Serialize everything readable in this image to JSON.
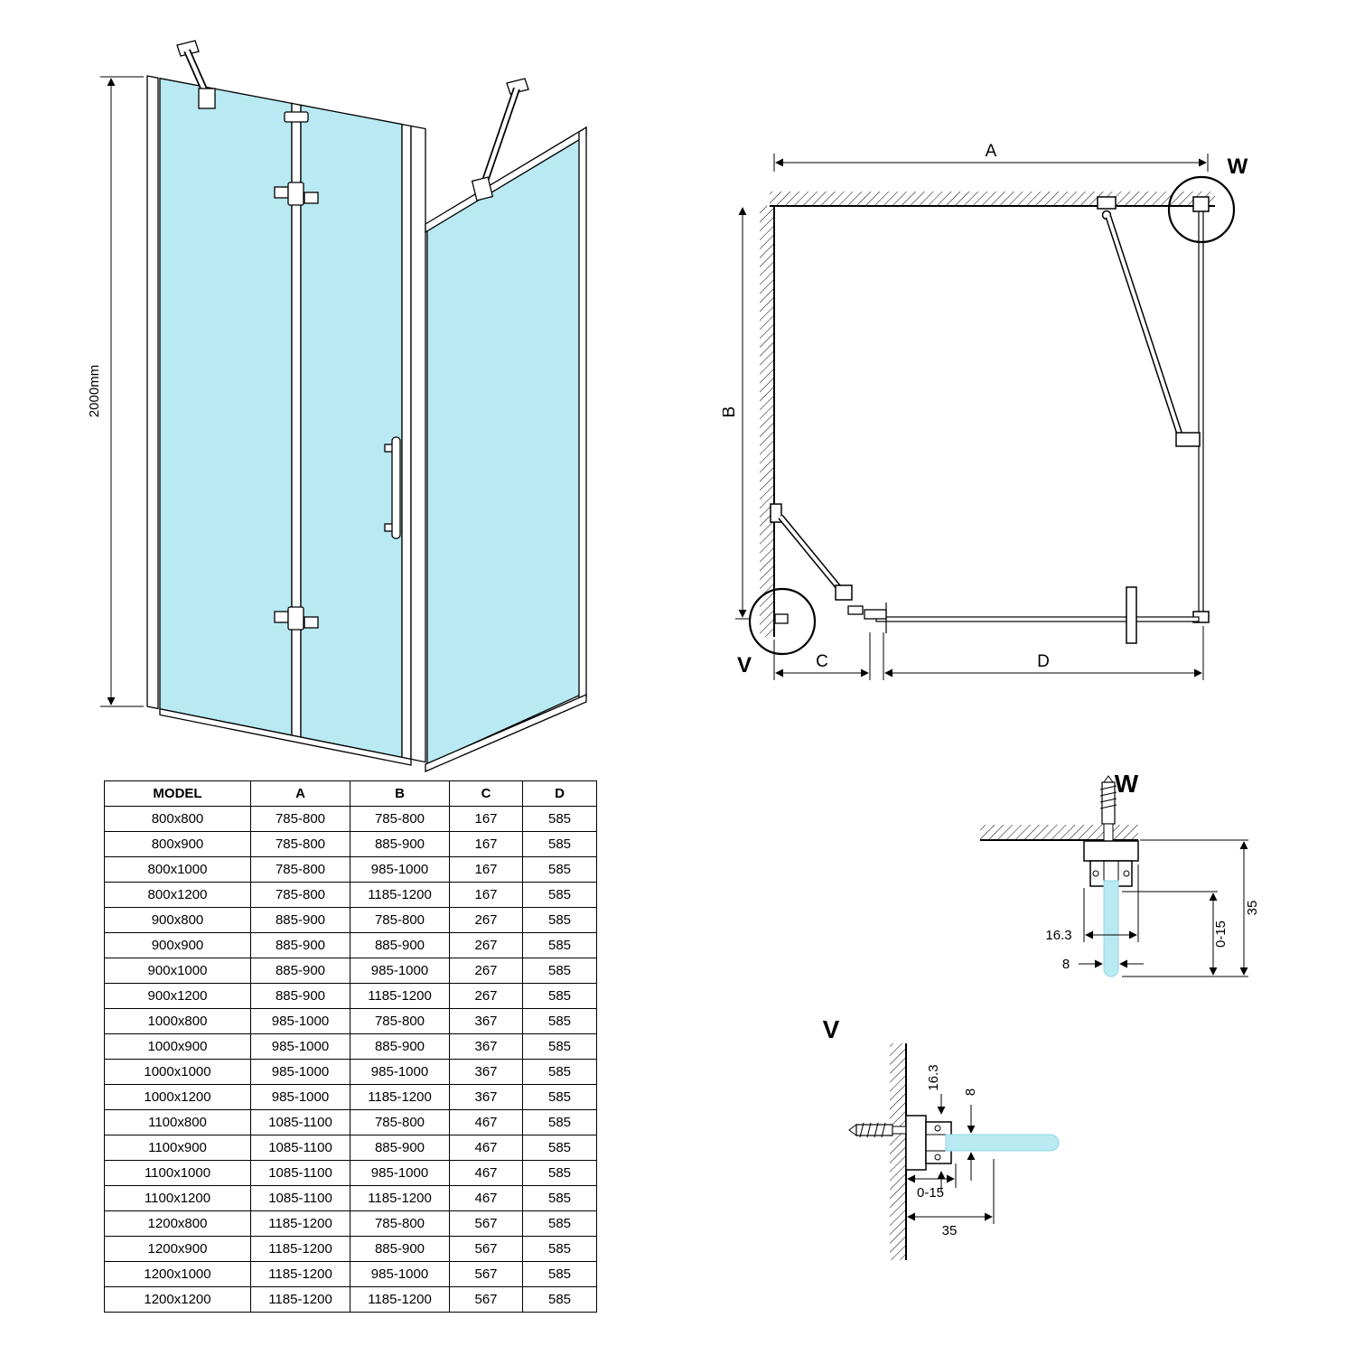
{
  "colors": {
    "background": "#ffffff",
    "line": "#000000",
    "glass": "#b9e9f2"
  },
  "perspective": {
    "height_label": "2000mm"
  },
  "plan": {
    "dim_a_label": "A",
    "dim_b_label": "B",
    "dim_c_label": "C",
    "dim_d_label": "D",
    "detail_w_label": "W",
    "detail_v_label": "V"
  },
  "detail_w": {
    "title": "W",
    "dim_profile": "16.3",
    "dim_glass": "8",
    "dim_adjust": "0-15",
    "dim_total": "35"
  },
  "detail_v": {
    "title": "V",
    "dim_profile": "16.3",
    "dim_glass": "8",
    "dim_adjust": "0-15",
    "dim_total": "35"
  },
  "table": {
    "headers": [
      "MODEL",
      "A",
      "B",
      "C",
      "D"
    ],
    "rows": [
      [
        "800x800",
        "785-800",
        "785-800",
        "167",
        "585"
      ],
      [
        "800x900",
        "785-800",
        "885-900",
        "167",
        "585"
      ],
      [
        "800x1000",
        "785-800",
        "985-1000",
        "167",
        "585"
      ],
      [
        "800x1200",
        "785-800",
        "1185-1200",
        "167",
        "585"
      ],
      [
        "900x800",
        "885-900",
        "785-800",
        "267",
        "585"
      ],
      [
        "900x900",
        "885-900",
        "885-900",
        "267",
        "585"
      ],
      [
        "900x1000",
        "885-900",
        "985-1000",
        "267",
        "585"
      ],
      [
        "900x1200",
        "885-900",
        "1185-1200",
        "267",
        "585"
      ],
      [
        "1000x800",
        "985-1000",
        "785-800",
        "367",
        "585"
      ],
      [
        "1000x900",
        "985-1000",
        "885-900",
        "367",
        "585"
      ],
      [
        "1000x1000",
        "985-1000",
        "985-1000",
        "367",
        "585"
      ],
      [
        "1000x1200",
        "985-1000",
        "1185-1200",
        "367",
        "585"
      ],
      [
        "1100x800",
        "1085-1100",
        "785-800",
        "467",
        "585"
      ],
      [
        "1100x900",
        "1085-1100",
        "885-900",
        "467",
        "585"
      ],
      [
        "1100x1000",
        "1085-1100",
        "985-1000",
        "467",
        "585"
      ],
      [
        "1100x1200",
        "1085-1100",
        "1185-1200",
        "467",
        "585"
      ],
      [
        "1200x800",
        "1185-1200",
        "785-800",
        "567",
        "585"
      ],
      [
        "1200x900",
        "1185-1200",
        "885-900",
        "567",
        "585"
      ],
      [
        "1200x1000",
        "1185-1200",
        "985-1000",
        "567",
        "585"
      ],
      [
        "1200x1200",
        "1185-1200",
        "1185-1200",
        "567",
        "585"
      ]
    ]
  }
}
